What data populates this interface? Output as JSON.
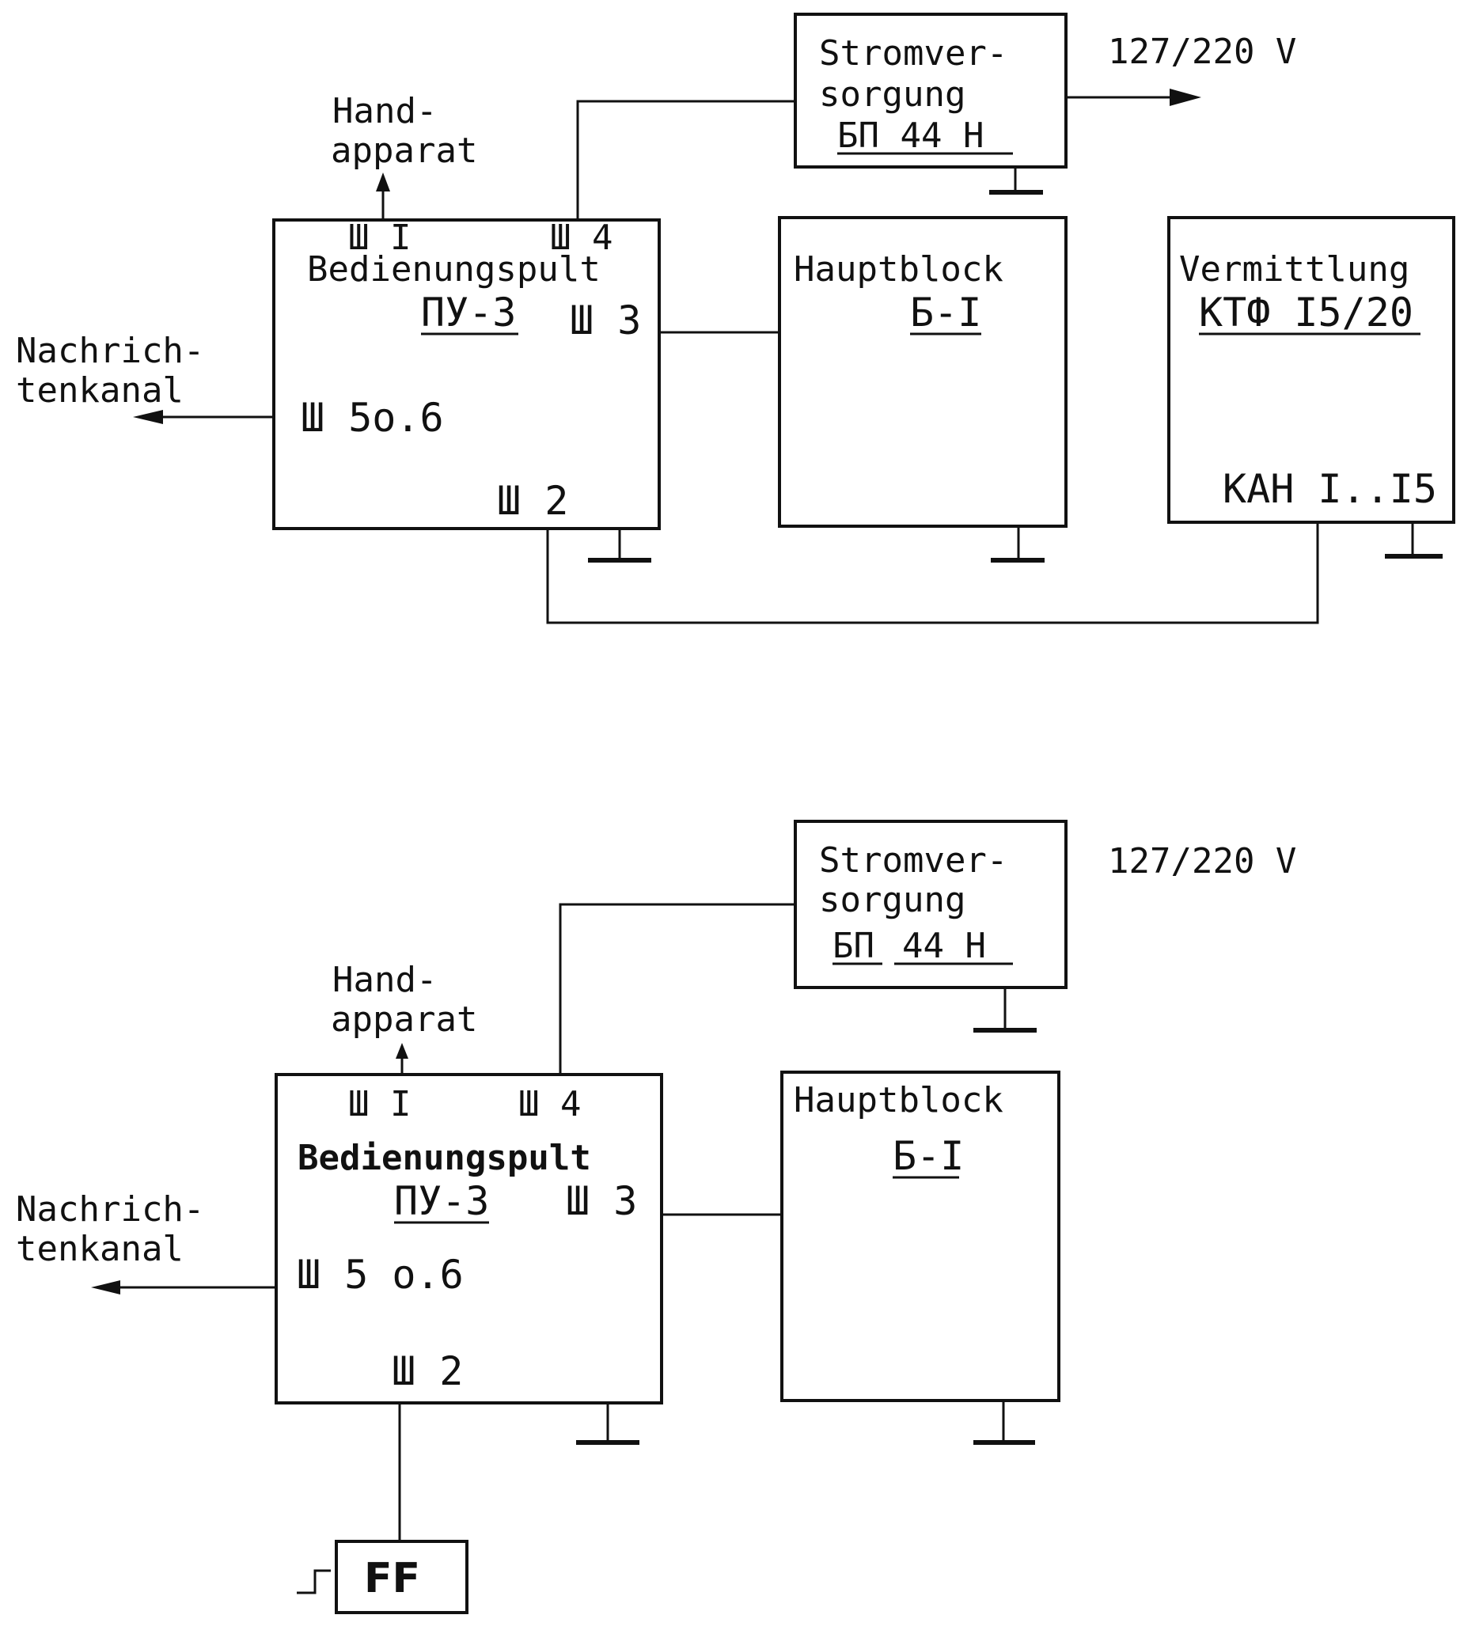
{
  "diagram_top": {
    "power_supply": {
      "line1": "Stromver-",
      "line2": "sorgung",
      "model": "БП 44 Н"
    },
    "voltage_label": "127/220 V",
    "handset": {
      "line1": "Hand-",
      "line2": "apparat"
    },
    "control_panel": {
      "title": "Bedienungspult",
      "model": "ПУ-3",
      "conn1": "Ш I",
      "conn2": "Ш 2",
      "conn3": "Ш 3",
      "conn4": "Ш 4",
      "conn56": "Ш 5о.6"
    },
    "main_block": {
      "title": "Hauptblock",
      "model": "Б-I"
    },
    "exchange": {
      "title": "Vermittlung",
      "model": "КТФ I5/20",
      "channels": "КАН I..I5"
    },
    "message_channel": {
      "line1": "Nachrich-",
      "line2": "tenkanal"
    }
  },
  "diagram_bottom": {
    "power_supply": {
      "line1": "Stromver-",
      "line2": "sorgung",
      "model_a": "БП",
      "model_b": "44 Н"
    },
    "voltage_label": "127/220 V",
    "handset": {
      "line1": "Hand-",
      "line2": "apparat"
    },
    "control_panel": {
      "title": "Bedienungspult",
      "model": "ПУ-3",
      "conn1": "Ш I",
      "conn2": "Ш 2",
      "conn3": "Ш 3",
      "conn4": "Ш 4",
      "conn56": "Ш 5 о.6"
    },
    "main_block": {
      "title": "Hauptblock",
      "model": "Б-I"
    },
    "message_channel": {
      "line1": "Nachrich-",
      "line2": "tenkanal"
    },
    "ff_unit": {
      "label": "FF"
    }
  }
}
